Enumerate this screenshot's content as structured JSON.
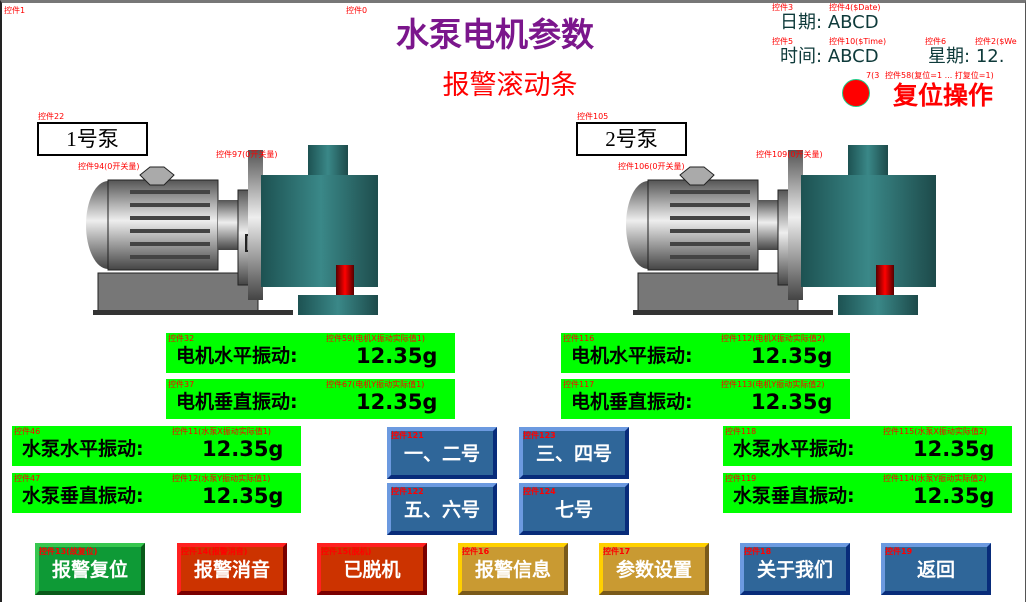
{
  "header": {
    "title": "水泵电机参数",
    "scroll_bar": "报警滚动条",
    "date_label": "日期:",
    "date_value": "ABCD",
    "time_label": "时间:",
    "time_value": "ABCD",
    "week_label": "星期:",
    "week_value": "12.",
    "reset_op": "复位操作"
  },
  "tags": {
    "t1": "控件1",
    "t0": "控件0",
    "date": "控件3",
    "date_val": "控件4($Date)",
    "time": "控件5",
    "time_val": "控件10($Time)",
    "week": "控件6",
    "week_val": "控件2($We",
    "reset": "控件58(复位=1 ... 打复位=1)",
    "lamp": "7(3",
    "p1": "控件22",
    "p1a": "控件94(0开关量)",
    "p1b": "控件97(0开关量)",
    "p2": "控件105",
    "p2a": "控件106(0开关量)",
    "p2b": "控件109(0开关量)"
  },
  "colors": {
    "title": "#7b168c",
    "panel": "#00ff00",
    "lamp": "#ff0000"
  },
  "pumps": [
    {
      "label": "1号泵"
    },
    {
      "label": "2号泵"
    }
  ],
  "readings": [
    {
      "tag": "控件32",
      "vtag": "控件59(电机X振动实际值1)",
      "label": "电机水平振动:",
      "value": "12.35g"
    },
    {
      "tag": "控件37",
      "vtag": "控件67(电机Y振动实际值1)",
      "label": "电机垂直振动:",
      "value": "12.35g"
    },
    {
      "tag": "控件46",
      "vtag": "控件11(水泵X振动实际值1)",
      "label": "水泵水平振动:",
      "value": "12.35g"
    },
    {
      "tag": "控件47",
      "vtag": "控件12(水泵Y振动实际值1)",
      "label": "水泵垂直振动:",
      "value": "12.35g"
    },
    {
      "tag": "控件116",
      "vtag": "控件112(电机X振动实际值2)",
      "label": "电机水平振动:",
      "value": "12.35g"
    },
    {
      "tag": "控件117",
      "vtag": "控件113(电机Y振动实际值2)",
      "label": "电机垂直振动:",
      "value": "12.35g"
    },
    {
      "tag": "控件118",
      "vtag": "控件115(水泵X振动实际值2)",
      "label": "水泵水平振动:",
      "value": "12.35g"
    },
    {
      "tag": "控件119",
      "vtag": "控件114(水泵Y振动实际值2)",
      "label": "水泵垂直振动:",
      "value": "12.35g"
    }
  ],
  "nav": [
    {
      "tag": "控件121",
      "label": "一、二号"
    },
    {
      "tag": "控件122",
      "label": "五、六号"
    },
    {
      "tag": "控件123",
      "label": "三、四号"
    },
    {
      "tag": "控件124",
      "label": "七号"
    }
  ],
  "bottom": [
    {
      "tag": "控件13(故复位)",
      "label": "报警复位"
    },
    {
      "tag": "控件14(报警消音)",
      "label": "报警消音"
    },
    {
      "tag": "控件15(脱机)",
      "label": "已脱机"
    },
    {
      "tag": "控件16",
      "label": "报警信息"
    },
    {
      "tag": "控件17",
      "label": "参数设置"
    },
    {
      "tag": "控件18",
      "label": "关于我们"
    },
    {
      "tag": "控件19",
      "label": "返回"
    }
  ]
}
